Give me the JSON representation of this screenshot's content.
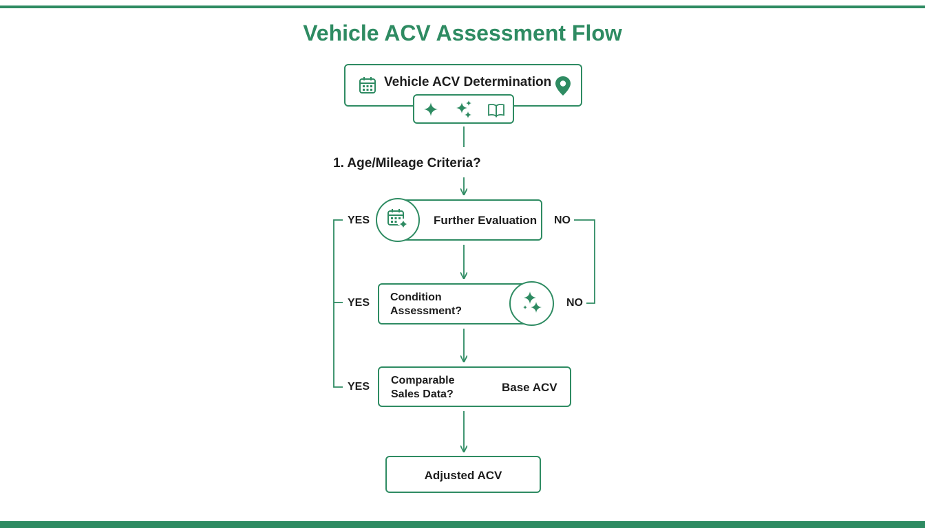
{
  "diagram": {
    "title": "Vehicle ACV Assessment Flow",
    "start_node": {
      "label": "Vehicle ACV Determination",
      "left_icon": "calendar-icon",
      "right_icon": "map-pin-icon",
      "toolbar_icons": [
        "sparkle-icon",
        "sparkles-icon",
        "book-icon"
      ]
    },
    "question_1": {
      "label": "1. Age/Mileage Criteria?"
    },
    "further_evaluation": {
      "label": "Further Evaluation",
      "icon": "calendar-sparkle-icon"
    },
    "condition_assessment": {
      "label_line1": "Condition",
      "label_line2": "Assessment?",
      "icon": "sparkles-icon"
    },
    "comparable_sales": {
      "label_line1": "Comparable",
      "label_line2": "Sales Data?",
      "result": "Base ACV"
    },
    "adjusted_acv": {
      "label": "Adjusted ACV"
    },
    "branch_labels": {
      "yes_1": "YES",
      "yes_2": "YES",
      "yes_3": "YES",
      "no_1": "NO",
      "no_2": "NO"
    }
  },
  "colors": {
    "accent": "#2e8b62",
    "text": "#1d1d1d",
    "background": "#ffffff"
  }
}
